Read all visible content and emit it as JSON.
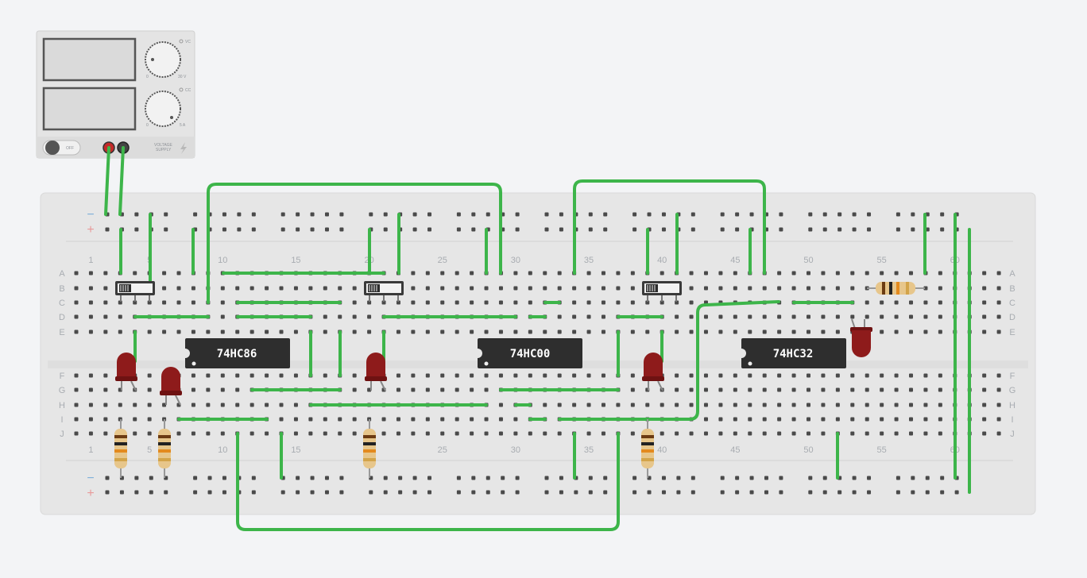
{
  "colors": {
    "wire": "#3db54a",
    "board": "#e6e6e6",
    "hole": "#4a4a4a",
    "led": "#8e1b1b",
    "chip": "#2e2e2e",
    "rail_minus": "#7fb0d9",
    "rail_plus": "#e89a9a"
  },
  "power_supply": {
    "voltage_range_start": "0",
    "voltage_max": "30 V",
    "current_range_start": "0",
    "current_max": "5 A",
    "cv_label": "VC",
    "cc_label": "CC",
    "switch_label": "OFF",
    "brand_line1": "VOLTAGE",
    "brand_line2": "SUPPLY",
    "icon": "lightning-icon"
  },
  "breadboard": {
    "rail_minus_symbol": "−",
    "rail_plus_symbol": "+",
    "rows_top": [
      "A",
      "B",
      "C",
      "D",
      "E"
    ],
    "rows_bottom": [
      "F",
      "G",
      "H",
      "I",
      "J"
    ],
    "column_numbers": [
      "1",
      "5",
      "10",
      "15",
      "20",
      "25",
      "30",
      "35",
      "40",
      "45",
      "50",
      "55",
      "60"
    ]
  },
  "chips": [
    {
      "label": "74HC86"
    },
    {
      "label": "74HC00"
    },
    {
      "label": "74HC32"
    }
  ],
  "switch_icon": "slide-switch-icon",
  "led_icon": "led-icon",
  "resistor_icon": "resistor-icon"
}
